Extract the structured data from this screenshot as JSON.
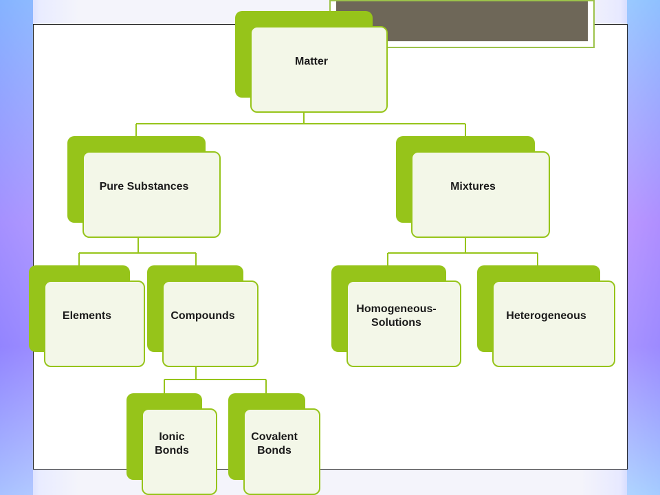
{
  "diagram": {
    "nodes": {
      "matter": "Matter",
      "pure_substances": "Pure Substances",
      "mixtures": "Mixtures",
      "elements": "Elements",
      "compounds": "Compounds",
      "homogeneous": "Homogeneous-\nSolutions",
      "heterogeneous": "Heterogeneous",
      "ionic_bonds": "Ionic\nBonds",
      "covalent_bonds": "Covalent\nBonds"
    }
  },
  "colors": {
    "node_fill": "#96c41a",
    "node_front": "#f3f7e8",
    "title_box": "#6e6758"
  }
}
